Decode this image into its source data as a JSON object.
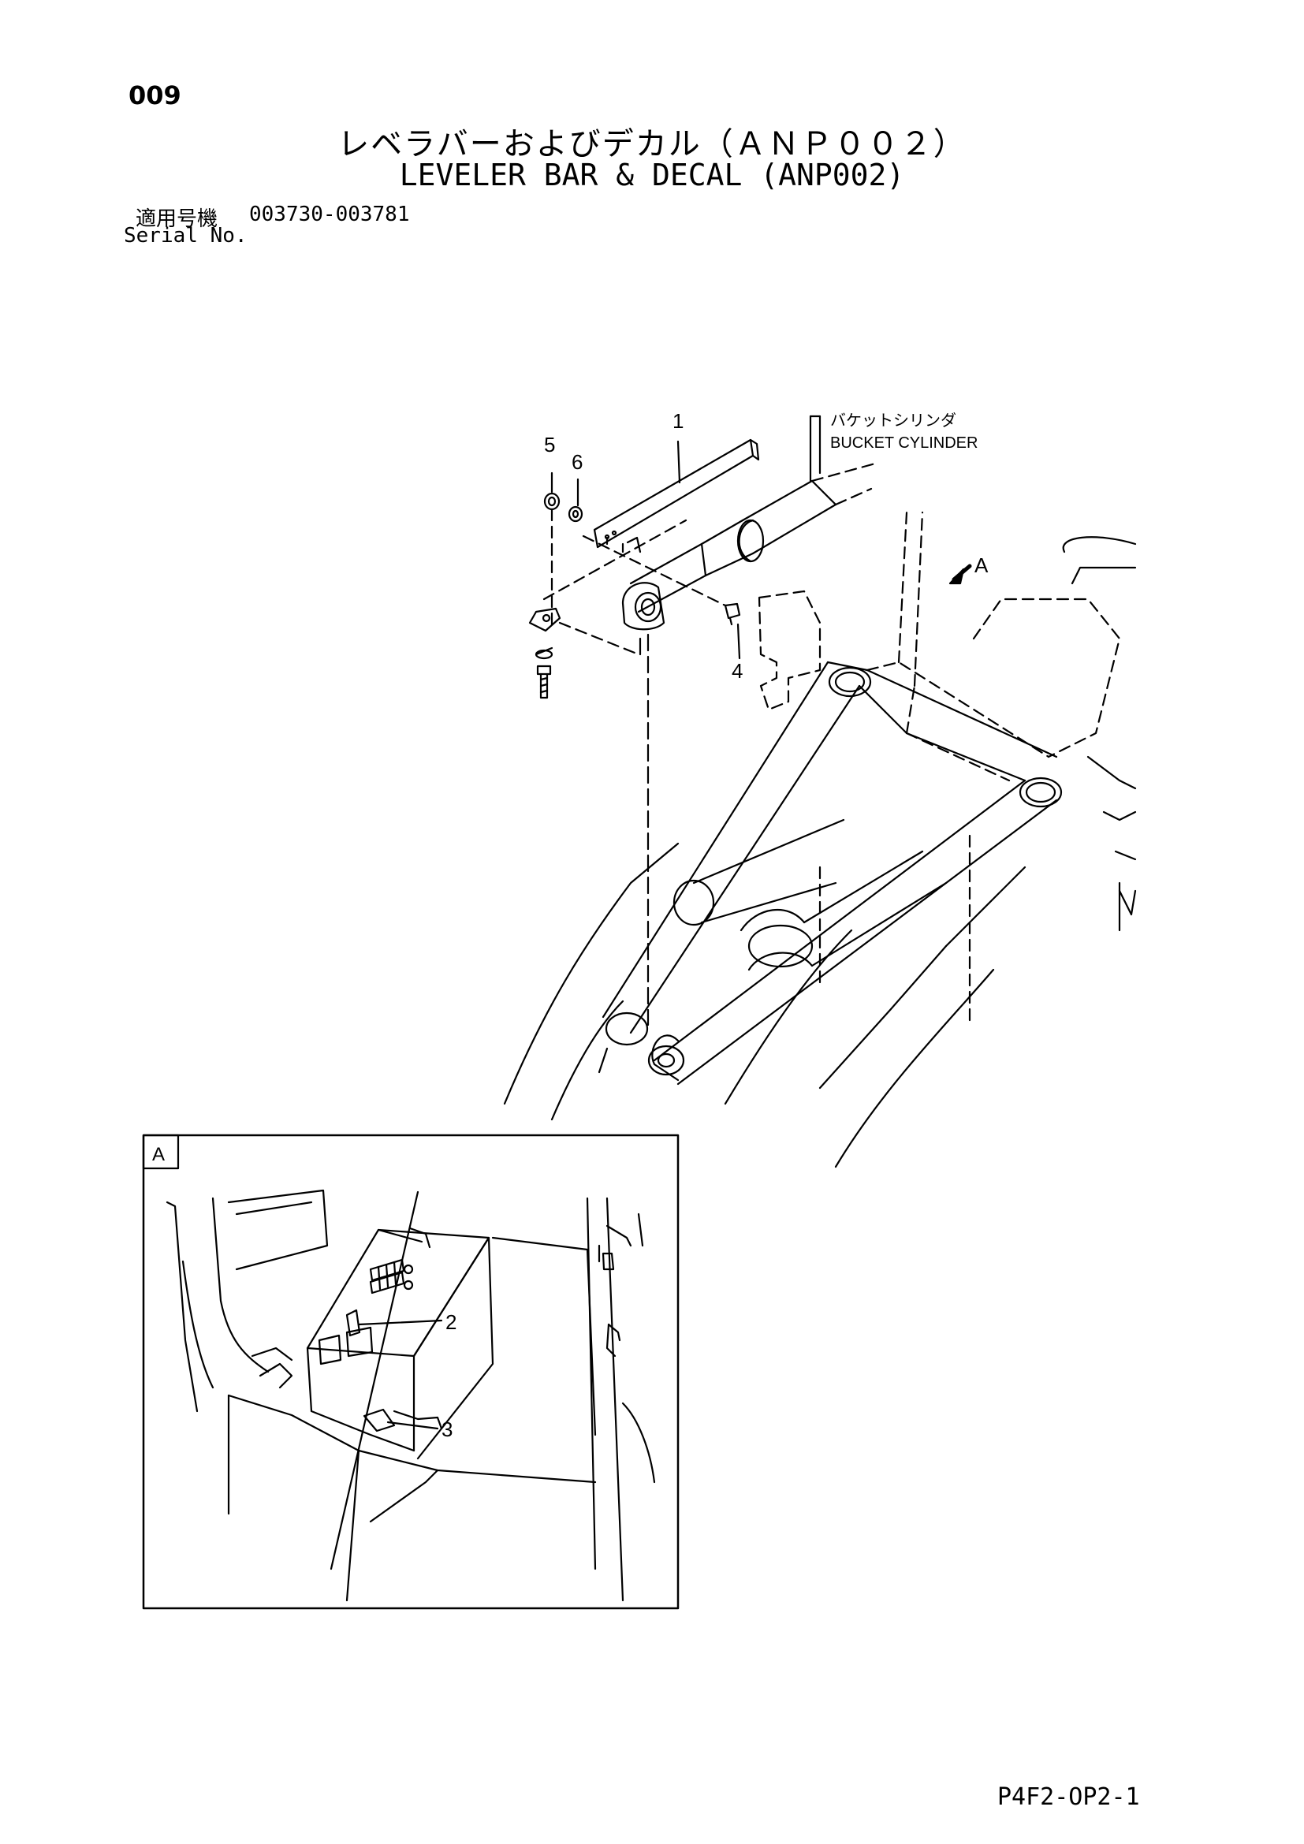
{
  "header": {
    "page_number": "009",
    "title_jp": "レベラバーおよびデカル（ＡＮＰ００２）",
    "title_en": "LEVELER BAR & DECAL (ANP002)",
    "serial_label_jp": "適用号機",
    "serial_range": "003730-003781",
    "serial_label_en": "Serial No."
  },
  "diagram": {
    "callouts": [
      "1",
      "2",
      "3",
      "4",
      "5",
      "6"
    ],
    "component_label_jp": "バケットシリンダ",
    "component_label_en": "BUCKET CYLINDER",
    "view_arrow_label": "A",
    "detail_view_label": "A"
  },
  "footer": {
    "sheet_code": "P4F2-OP2-1"
  }
}
